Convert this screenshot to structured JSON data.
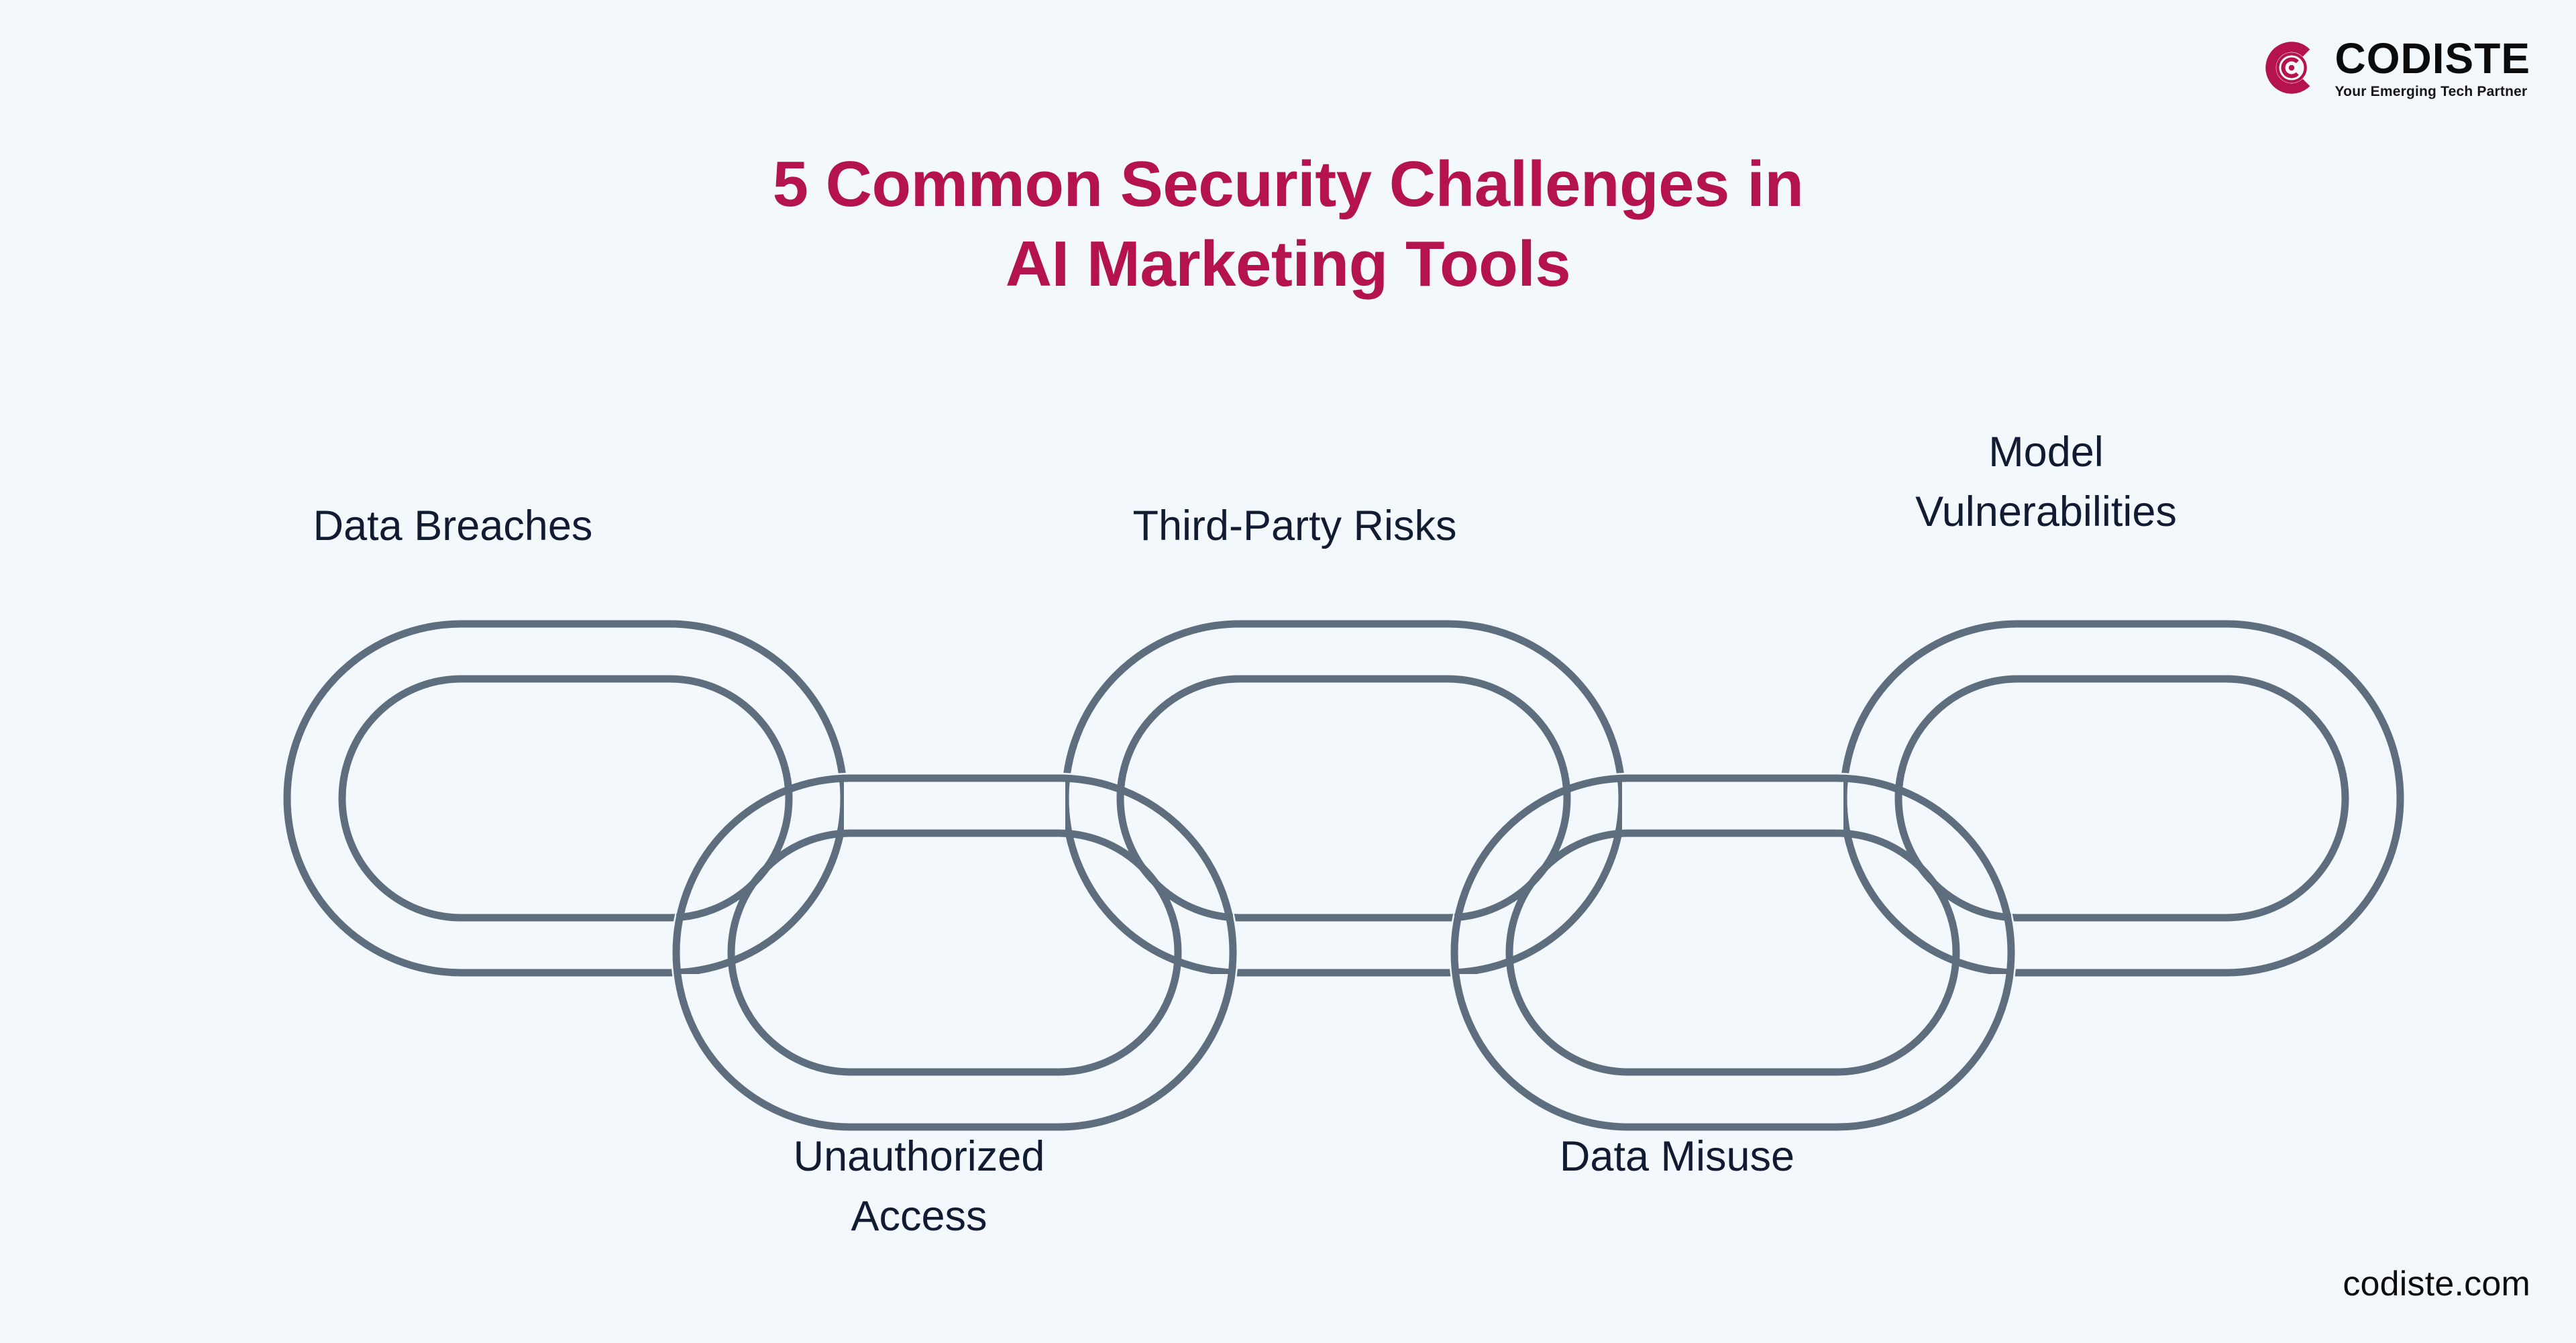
{
  "brand": {
    "name": "CODISTE",
    "tagline": "Your Emerging Tech Partner",
    "logo_icon": "codiste-c-mark-icon",
    "accent_color": "#b5134d"
  },
  "title": {
    "line1": "5 Common Security Challenges in",
    "line2": "AI Marketing Tools",
    "color": "#b5134d"
  },
  "diagram": {
    "type": "chain-links",
    "stroke_color": "#5f6e7e",
    "background_color": "#f3f8fd",
    "link_count": 5,
    "items": [
      {
        "id": 1,
        "label": "Data Breaches",
        "position": "upper",
        "label_side": "above"
      },
      {
        "id": 2,
        "label": "Unauthorized\nAccess",
        "position": "lower",
        "label_side": "below"
      },
      {
        "id": 3,
        "label": "Third-Party Risks",
        "position": "upper",
        "label_side": "above"
      },
      {
        "id": 4,
        "label": "Data Misuse",
        "position": "lower",
        "label_side": "below"
      },
      {
        "id": 5,
        "label": "Model\nVulnerabilities",
        "position": "upper",
        "label_side": "above"
      }
    ]
  },
  "footer": {
    "url": "codiste.com"
  }
}
